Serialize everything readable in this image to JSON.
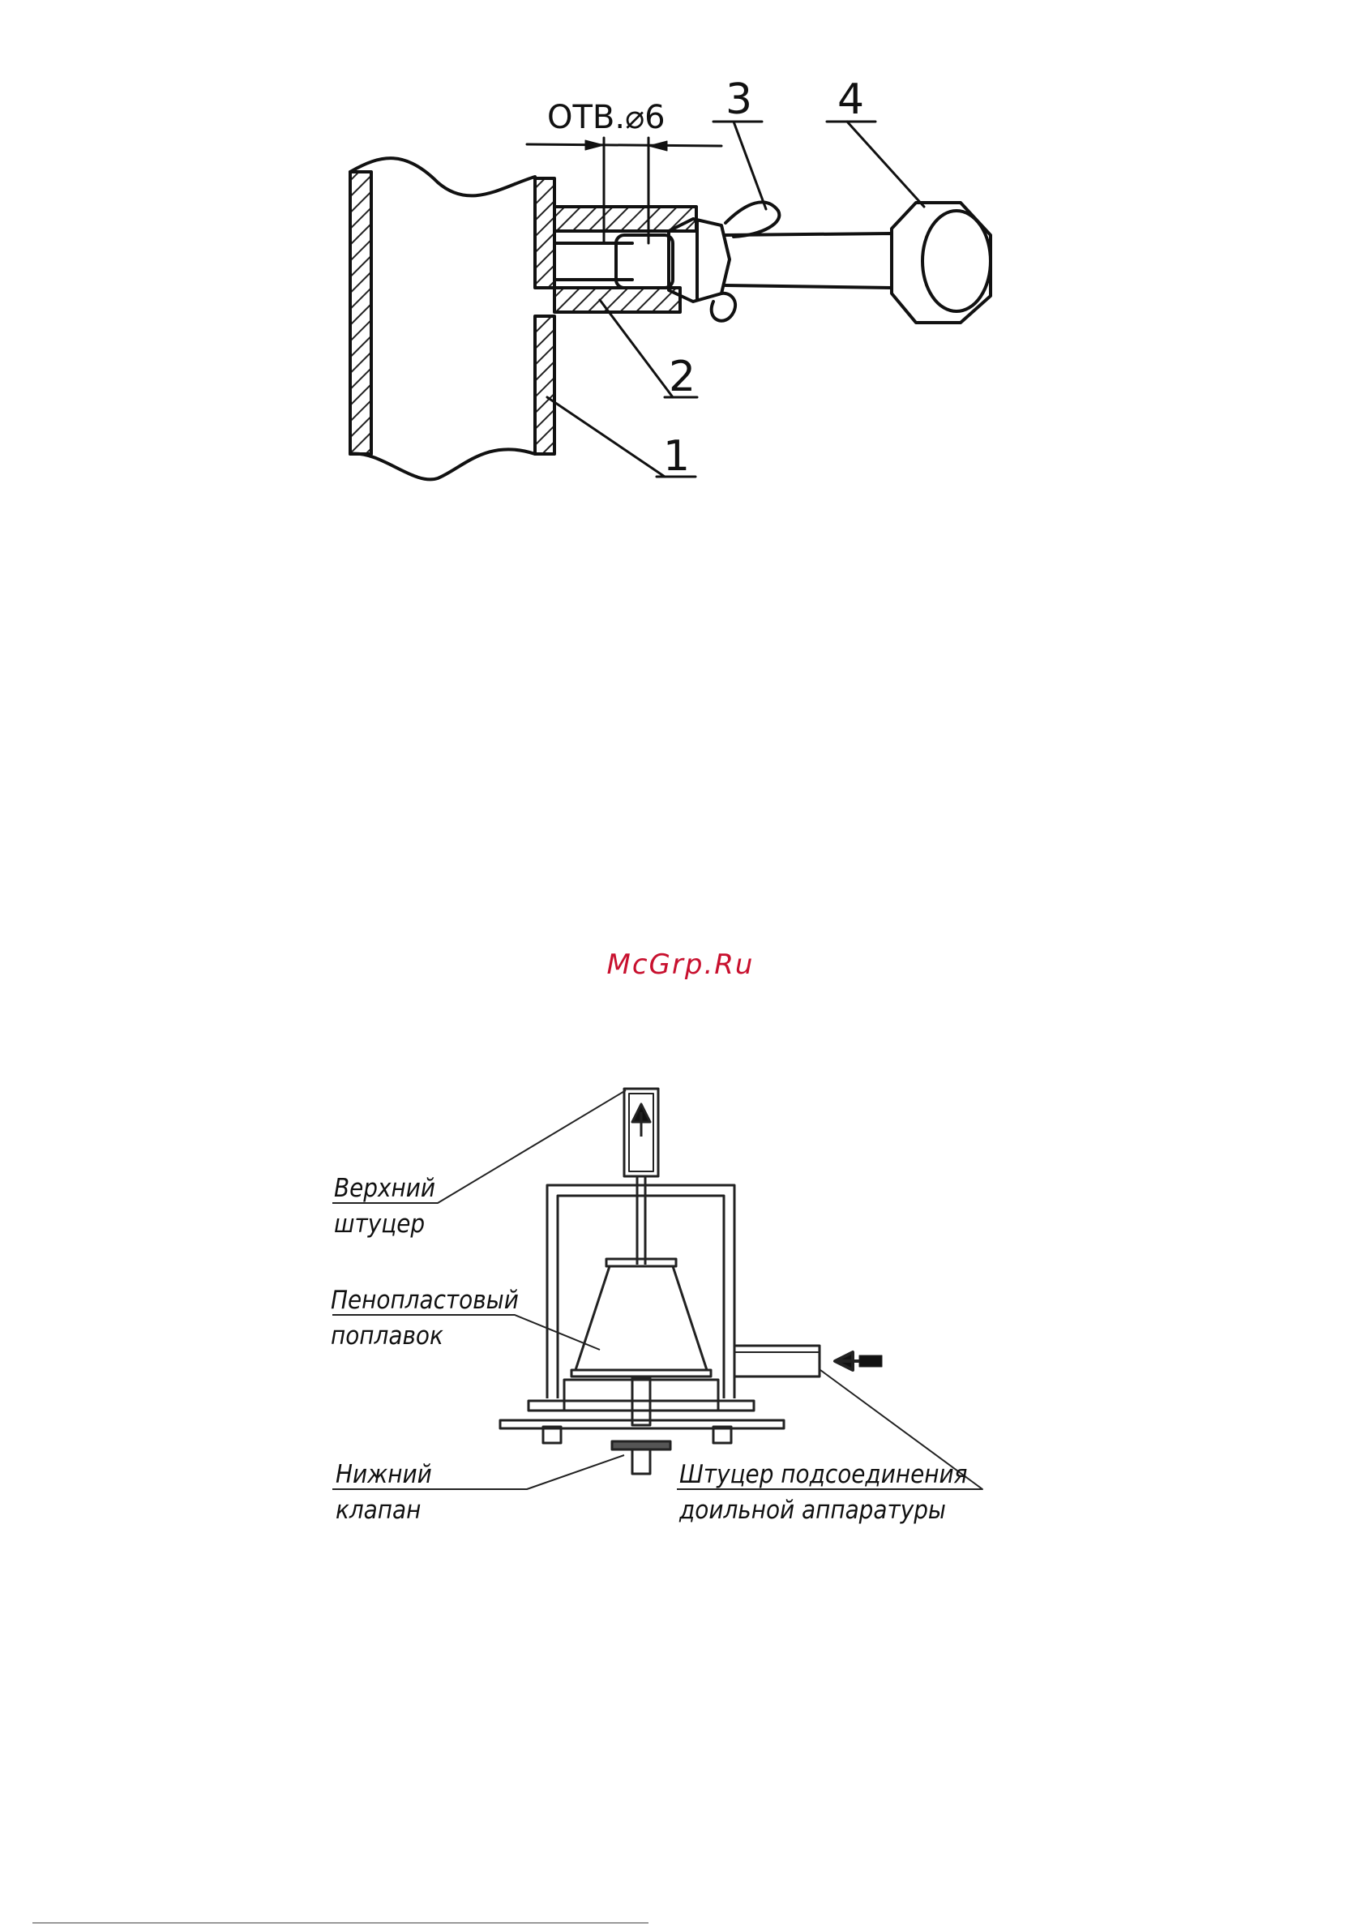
{
  "watermark": "McGrp.Ru",
  "figure1": {
    "dimension_label": "ОТВ.⌀6",
    "callouts": [
      "1",
      "2",
      "3",
      "4"
    ]
  },
  "figure2": {
    "upper_fitting": [
      "Верхний",
      "штуцер"
    ],
    "float": [
      "Пенопластовый",
      "поплавок"
    ],
    "lower_valve": [
      "Нижний",
      "клапан"
    ],
    "milking_fitting": [
      "Штуцер подсоединения",
      "доильной аппаратуры"
    ]
  }
}
